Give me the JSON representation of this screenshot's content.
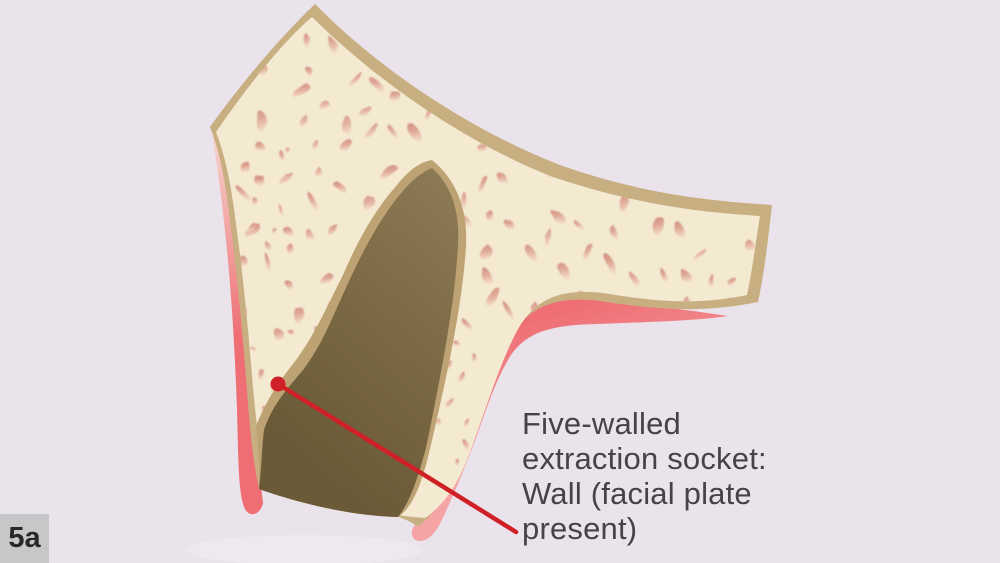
{
  "figure": {
    "label": "5a"
  },
  "annotation": {
    "lines": [
      "Five-walled",
      "extraction socket:",
      "Wall (facial plate",
      "present)"
    ]
  },
  "colors": {
    "background": "#eae3ec",
    "cortical_bone_tan": "#c8af81",
    "socket_rim_tan": "#bda373",
    "cancellous_bone_cream": "#f4e9d1",
    "trabecular_dark": "#cd8a7e",
    "trabecular_mid": "#dda291",
    "trabecular_light": "#f2d8c3",
    "socket_dark": "#6b5a37",
    "socket_mid": "#7d6b47",
    "socket_light": "#8c7a54",
    "gingiva_pale": "#f7d9d2",
    "gingiva_pink": "#ee6e73",
    "gingiva_light_edge": "#f5a3a4",
    "leader_red": "#d02027",
    "badge_background": "#c7c6c8",
    "badge_text": "#29272a",
    "annotation_text": "#454347",
    "shadow_tint": "#f3edf2"
  }
}
